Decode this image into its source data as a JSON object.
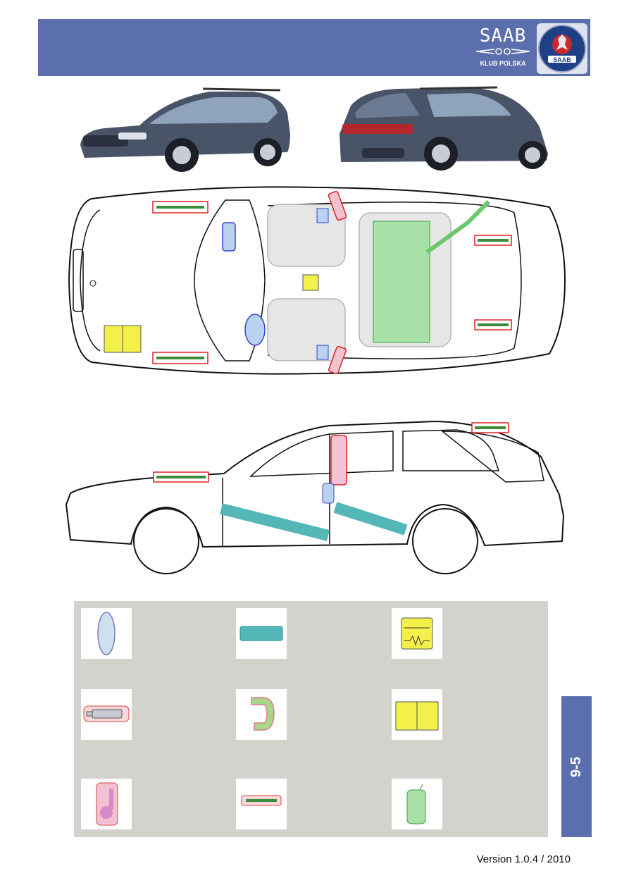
{
  "header": {
    "logo_main": "SAAB",
    "logo_sub": "KLUB POLSKA",
    "emblem_text": "SAAB",
    "accent_color": "#5b6fae"
  },
  "photos": {
    "front": "car-front-three-quarter-photo",
    "rear": "car-rear-three-quarter-photo",
    "body_color": "#4a5468"
  },
  "diagram": {
    "top_view": "vehicle-top-view",
    "side_view": "vehicle-side-view"
  },
  "legend": {
    "items": [
      {
        "icon": "airbag-icon"
      },
      {
        "icon": "reinforcement-icon"
      },
      {
        "icon": "control-unit-icon"
      },
      {
        "icon": "gas-strut-icon"
      },
      {
        "icon": "seatbelt-pretensioner-icon"
      },
      {
        "icon": "battery-icon"
      },
      {
        "icon": "side-airbag-icon"
      },
      {
        "icon": "gas-cylinder-icon"
      },
      {
        "icon": "fuel-tank-icon"
      }
    ]
  },
  "model_tab": "9-5",
  "version_text": "Version  1.0.4 / 2010"
}
